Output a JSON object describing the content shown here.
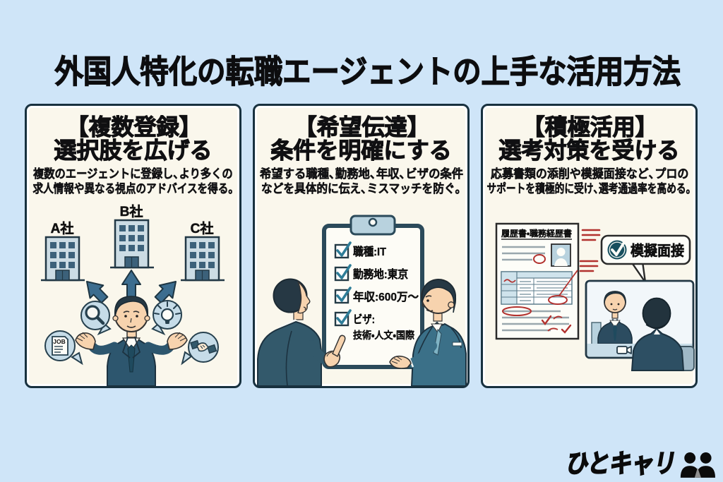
{
  "page": {
    "title": "外国人特化の転職エージェントの上手な活用方法"
  },
  "colors": {
    "background": "#cfe5f8",
    "card_background": "#faf7ec",
    "card_border": "#18313f",
    "text": "#0d0d0f",
    "suit_blue": "#33596b",
    "accent_teal": "#2e7d98",
    "light_blue_fill": "#c6dce8",
    "correction_red": "#b2312e"
  },
  "cards": [
    {
      "heading_line1": "【複数登録】",
      "heading_line2": "選択肢を広げる",
      "body_line1": "複数のエージェントに登録し、より多くの",
      "body_line2": "求人情報や異なる視点のアドバイスを得る。",
      "companies": [
        "A社",
        "B社",
        "C社"
      ],
      "job_label": "JOB"
    },
    {
      "heading_line1": "【希望伝達】",
      "heading_line2": "条件を明確にする",
      "body_line1": "希望する職種、勤務地、年収、ビザの条件",
      "body_line2": "などを具体的に伝え、ミスマッチを防ぐ。",
      "checklist": [
        "職種:IT",
        "勤務地:東京",
        "年収:600万〜",
        "ビザ:"
      ],
      "visa_detail": "技術・人文・国際"
    },
    {
      "heading_line1": "【積極活用】",
      "heading_line2": "選考対策を受ける",
      "body_line1": "応募書類の添削や模擬面接など、プロの",
      "body_line2": "サポートを積極的に受け、選考通過率を高める。",
      "document_title": "履歴書・職務経歴書",
      "bubble_label": "模擬面接"
    }
  ],
  "logo": {
    "text": "ひとキャリ"
  }
}
